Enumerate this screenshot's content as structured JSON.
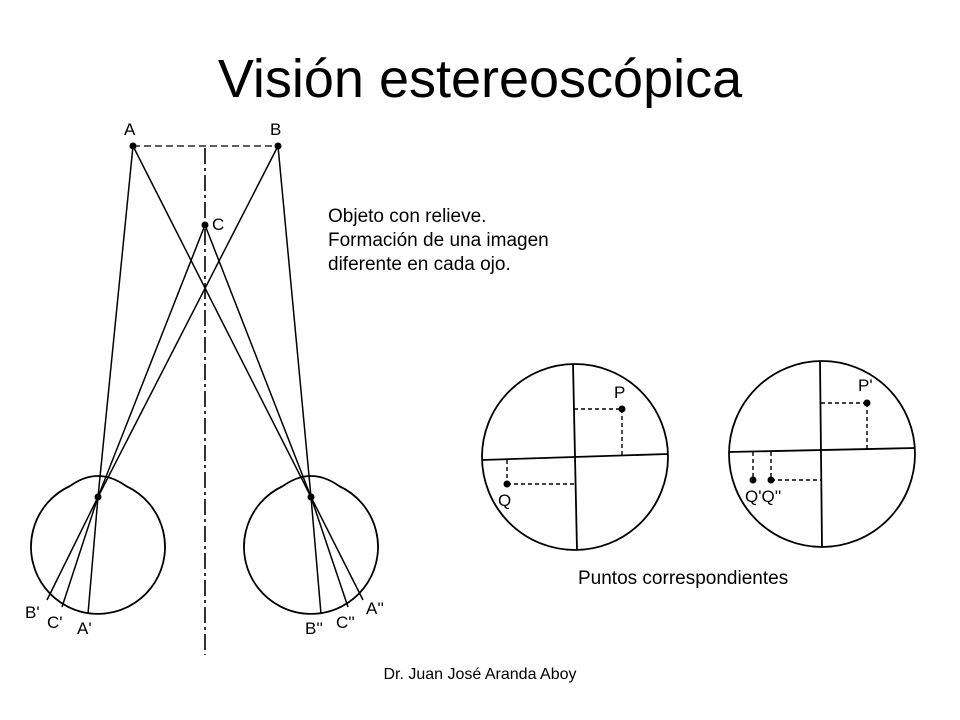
{
  "title": "Visión estereoscópica",
  "caption_lines": [
    "Objeto con relieve.",
    "Formación de una imagen",
    "diferente en cada ojo."
  ],
  "points": {
    "A": "A",
    "B": "B",
    "C": "C"
  },
  "left_eye_labels": {
    "b": "B'",
    "c": "C'",
    "a": "A'"
  },
  "right_eye_labels": {
    "b": "B''",
    "c": "C''",
    "a": "A''"
  },
  "retina_left_labels": {
    "p": "P",
    "q": "Q"
  },
  "retina_right_labels": {
    "p": "P'",
    "q": "Q'Q''"
  },
  "corresponding_points_label": "Puntos correspondientes",
  "footer": "Dr. Juan José Aranda Aboy"
}
